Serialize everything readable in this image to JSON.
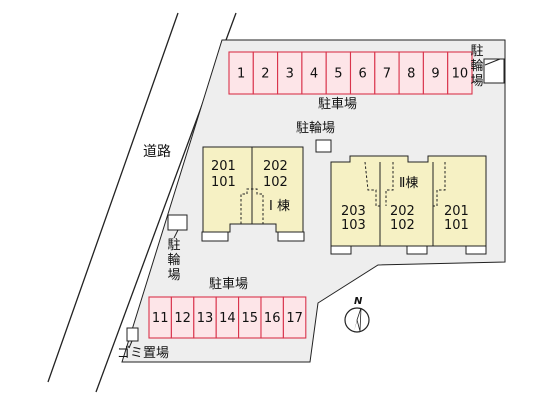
{
  "road": {
    "label": "道路"
  },
  "parking_top": {
    "label": "駐車場",
    "spaces": [
      "1",
      "2",
      "3",
      "4",
      "5",
      "6",
      "7",
      "8",
      "9",
      "10"
    ]
  },
  "parking_bottom": {
    "label": "駐車場",
    "spaces": [
      "11",
      "12",
      "13",
      "14",
      "15",
      "16",
      "17"
    ]
  },
  "bike_parking_top_right": {
    "chars": [
      "駐",
      "輪",
      "場"
    ]
  },
  "bike_parking_center": {
    "label": "駐輪場"
  },
  "bike_parking_left": {
    "chars": [
      "駐",
      "輪",
      "場"
    ]
  },
  "garbage": {
    "label": "ゴミ置場"
  },
  "building_1": {
    "label": "Ⅰ 棟",
    "left_unit": {
      "upper": "201",
      "lower": "101"
    },
    "right_unit": {
      "upper": "202",
      "lower": "102"
    }
  },
  "building_2": {
    "label": "Ⅱ棟",
    "units": [
      {
        "upper": "203",
        "lower": "103"
      },
      {
        "upper": "202",
        "lower": "102"
      },
      {
        "upper": "201",
        "lower": "101"
      }
    ]
  },
  "compass": {
    "label": "N"
  },
  "colors": {
    "lot_fill": "#eeeeee",
    "building_fill": "#f6f1c4",
    "parking_fill": "#fde5e8",
    "parking_stroke": "#d9344c",
    "line": "#222222"
  }
}
